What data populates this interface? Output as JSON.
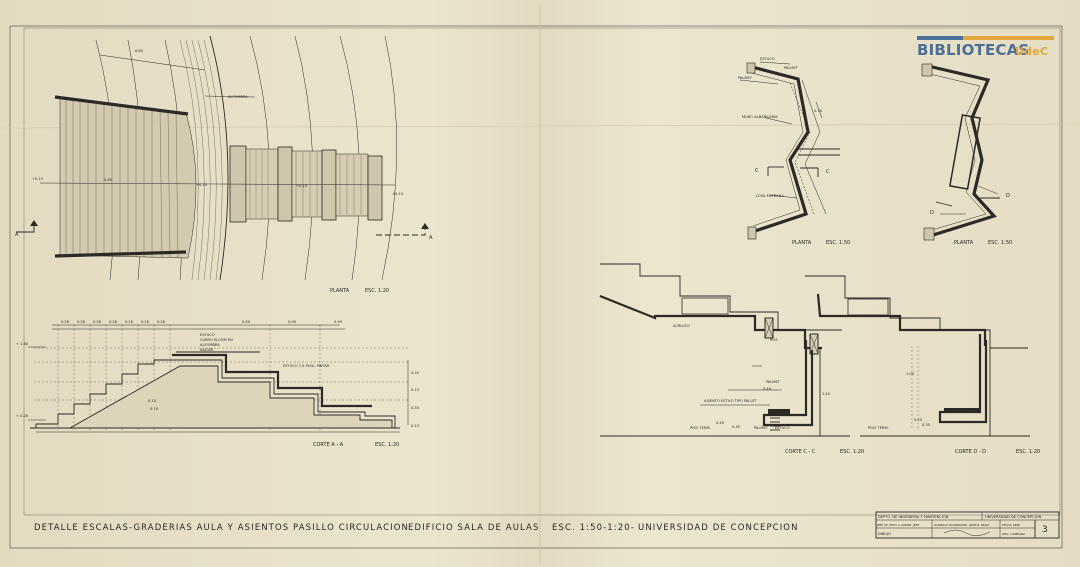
{
  "logo": {
    "main": "BIBLIOTECAS",
    "suffix": "UdeC"
  },
  "plan_top": {
    "title": "PLANTA",
    "scale": "ESC. 1:20",
    "carpet_label": "ALFOMBRA",
    "section_mark_left": "A",
    "section_mark_right": "A",
    "dims": [
      "0.80",
      "+0.15",
      "+0.15",
      "0.80",
      "+0.15",
      "+0.15"
    ]
  },
  "section_aa": {
    "title": "CORTE  A - A",
    "scale": "ESC.  1:20",
    "top_dims": [
      "0.28",
      "0.28",
      "0.28",
      "0.28",
      "0.28",
      "0.28",
      "0.28"
    ],
    "upper_dims": [
      "0.80",
      "0.90",
      "0.90"
    ],
    "side_dims": [
      "0.35",
      "0.15",
      "0.35",
      "0.15"
    ],
    "level_top": "+ 1.60",
    "level_bottom": "+ 0.25",
    "notes": [
      "ESTUCO",
      "CUERO ELCOM EN",
      "ALFOMBRA",
      "RADIER",
      "ESTUCO  7,5 PUGL PINTAR"
    ],
    "small_dims": [
      "0.10",
      "0.10"
    ]
  },
  "plan_cc": {
    "title": "PLANTA",
    "scale": "ESC. 1:50",
    "mark": "C",
    "notes": [
      "ESTUCO",
      "PALMET",
      "PALMET",
      "MURO ALBAÑILERIA",
      "LOSA ENTRADA",
      "0.70"
    ]
  },
  "plan_dd": {
    "title": "PLANTA",
    "scale": "ESC. 1:50",
    "mark": "D"
  },
  "section_cc": {
    "title": "CORTE  C - C",
    "scale": "ESC.  1:20",
    "notes": [
      "ACRILICO",
      "ROS",
      "PALMET",
      "ASIENTO ESTILO TIPO PALLET",
      "PISO TERM.",
      "PALMET",
      "ESTUCO"
    ],
    "dims": [
      "0.40",
      "0.40",
      "0.35",
      "1.40"
    ]
  },
  "section_dd": {
    "title": "CORTE  D - D",
    "scale": "ESC.  1:20",
    "notes": [
      "PISO TERM."
    ],
    "dims": [
      "1.00",
      "0.40",
      "0.35"
    ]
  },
  "footer": {
    "description": "DETALLE ESCALAS-GRADERIAS AULA  Y  ASIENTOS PASILLO  CIRCULACION",
    "building": "EDIFICIO  SALA  DE  AULAS",
    "scale": "ESC. 1:50-1:20-",
    "institution": "UNIVERSIDAD  DE  CONCEPCION"
  },
  "title_block": {
    "dept": "DEPTO. DE INGENIERIA  Y  MANTENCION",
    "university": "UNIVERSIDAD DE CONCEPCION",
    "row2": [
      "JEFE OF. PROY.  A   APROB.  JEFE",
      "GONZALO  RODRIGUEZ, ARQTO. RDGZ",
      "FECHA 1986"
    ],
    "row3": [
      "DIBUJO",
      "ARQ. CAMPANA"
    ],
    "sheet_number": "3"
  },
  "colors": {
    "paper": "#e6dfc5",
    "ink": "#2b2a26",
    "logo_blue": "#4d6f95",
    "logo_gold": "#e1a73c"
  }
}
